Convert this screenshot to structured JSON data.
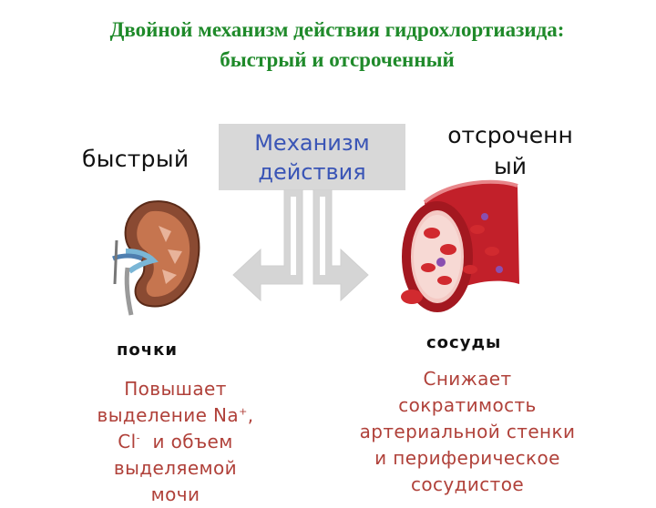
{
  "title": {
    "line1": "Двойной механизм действия гидрохлортиазида:",
    "line2": "быстрый и отсроченный"
  },
  "labels": {
    "fast": "быстрый",
    "delayed_line1": "отсроченн",
    "delayed_line2": "ый"
  },
  "mechanism_box": {
    "line1": "Механизм",
    "line2": "действия"
  },
  "left": {
    "organ": "почки",
    "desc_line1": "Повышает",
    "desc_line2_pre": "выделение Na",
    "desc_line2_sup": "+",
    "desc_line2_post": ",",
    "desc_line3_pre": "Cl",
    "desc_line3_sup": "-",
    "desc_line3_post": "  и объем",
    "desc_line4": "выделяемой",
    "desc_line5": "мочи"
  },
  "right": {
    "organ": "сосуды",
    "desc_line1": "Снижает",
    "desc_line2": "сократимость",
    "desc_line3": "артериальной стенки",
    "desc_line4": "и периферическое",
    "desc_line5": "сосудистое"
  },
  "colors": {
    "title": "#1f8a2a",
    "description": "#b0413a",
    "mechanism_text": "#3a55b6",
    "mechanism_box": "#d8d8d8",
    "arrows": "#d5d5d5"
  },
  "icons": {
    "kidney": "kidney-illustration",
    "vessel": "blood-vessel-illustration"
  }
}
